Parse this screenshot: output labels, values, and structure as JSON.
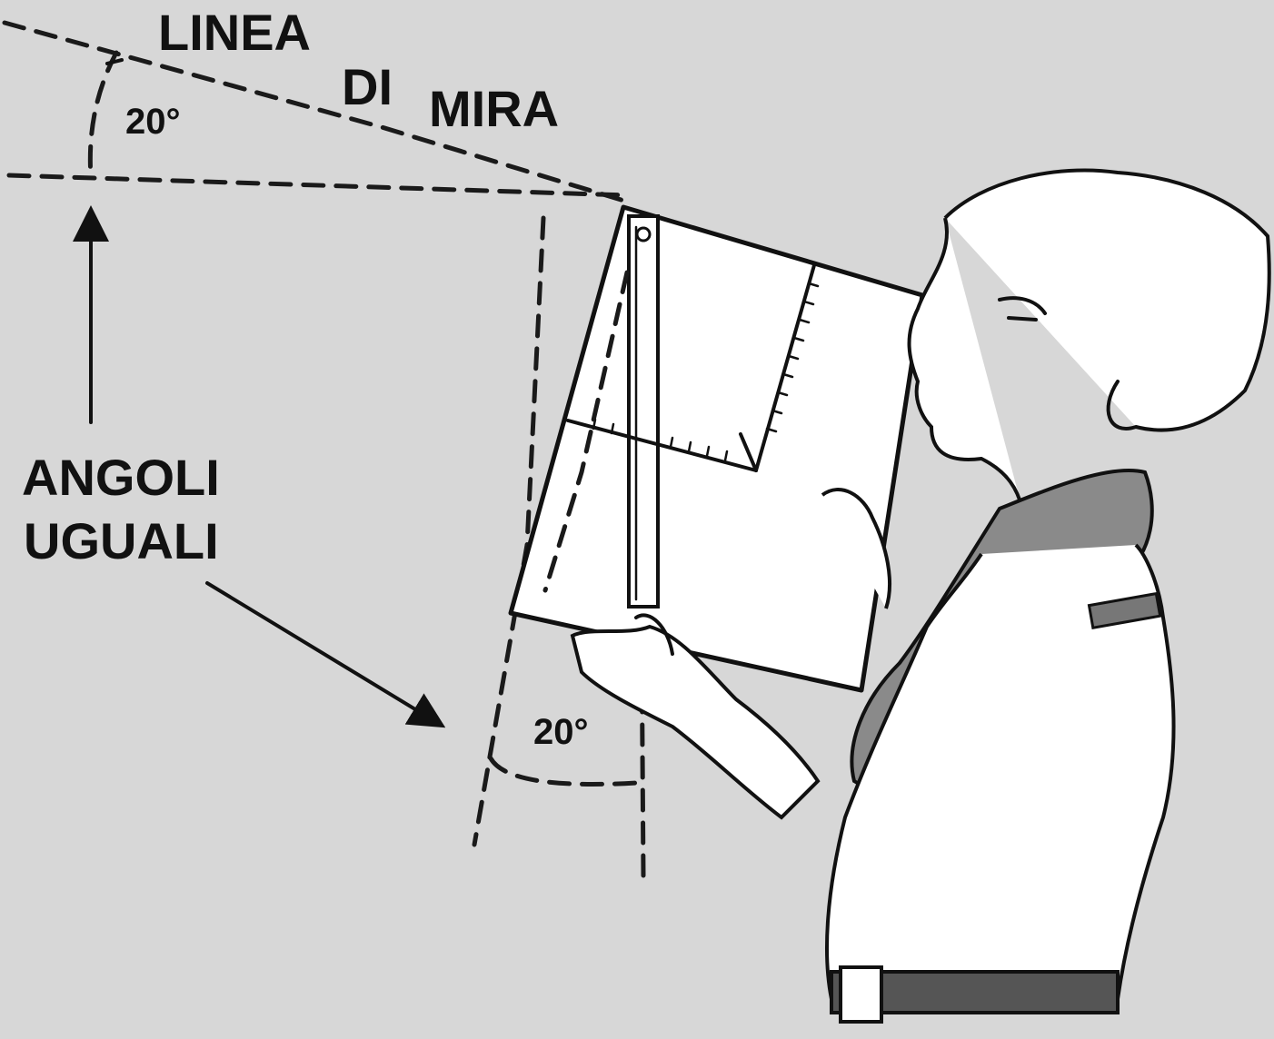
{
  "labels": {
    "linea": "LINEA",
    "di": "DI",
    "mira": "MIRA",
    "angle_top": "20°",
    "angoli": "ANGOLI",
    "uguali": "UGUALI",
    "angle_bottom": "20°"
  }
}
